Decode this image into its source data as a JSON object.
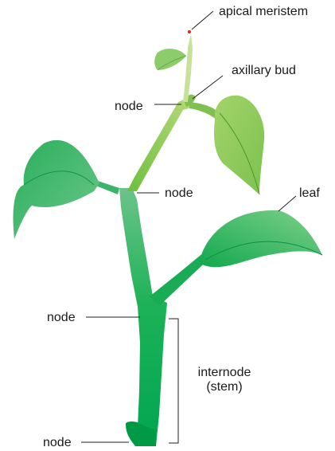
{
  "labels": {
    "apical_meristem": "apical meristem",
    "axillary_bud": "axillary bud",
    "node_upper": "node",
    "node_middle": "node",
    "leaf": "leaf",
    "node_lower": "node",
    "internode_line1": "internode",
    "internode_line2": "(stem)",
    "node_bottom": "node"
  },
  "colors": {
    "stem_dark": "#00a651",
    "stem_mid": "#39b54a",
    "stem_light": "#8dc63f",
    "shoot_pale": "#c7e19a",
    "leaf_mid": "#4ec07a",
    "leaf_light": "#9fd36a",
    "meristem_dot": "#e2231a",
    "leader_line": "#222222"
  }
}
